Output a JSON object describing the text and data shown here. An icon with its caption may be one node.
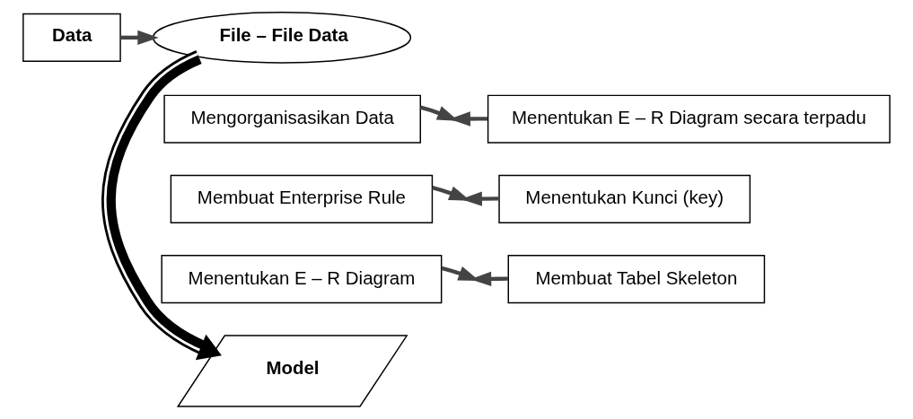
{
  "diagram": {
    "nodes": [
      {
        "text": [
          "Data"
        ]
      },
      {
        "text": [
          "File – File Data"
        ]
      },
      {
        "text": [
          "Mengorganisasikan Data"
        ]
      },
      {
        "text": [
          "Menentukan E – R Diagram secara terpadu"
        ]
      },
      {
        "text": [
          "Membuat Enterprise Rule"
        ]
      },
      {
        "text": [
          "Menentukan Kunci (key)"
        ]
      },
      {
        "text": [
          "Menentukan E – R Diagram"
        ]
      },
      {
        "text": [
          "Membuat Tabel Skeleton"
        ]
      },
      {
        "text": [
          "Model"
        ]
      }
    ],
    "edges": [
      {
        "from": 0,
        "to": 1,
        "arrow": "to"
      },
      {
        "from": 1,
        "to": 8,
        "arrow": "to",
        "style": "thick"
      },
      {
        "from": 2,
        "to": null,
        "arrow": "to"
      },
      {
        "from": 3,
        "to": null,
        "arrow": "to"
      },
      {
        "from": 4,
        "to": null,
        "arrow": "to"
      },
      {
        "from": 5,
        "to": null,
        "arrow": "to"
      },
      {
        "from": 6,
        "to": null,
        "arrow": "to"
      },
      {
        "from": 7,
        "to": null,
        "arrow": "to"
      }
    ]
  }
}
